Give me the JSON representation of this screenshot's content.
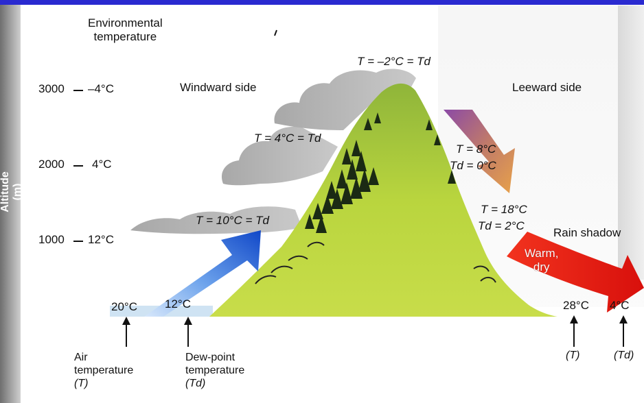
{
  "axis": {
    "ylabel": "Altitude (m)"
  },
  "env": {
    "title_l1": "Environmental",
    "title_l2": "temperature"
  },
  "levels": [
    {
      "alt": "3000",
      "temp": "–4°C"
    },
    {
      "alt": "2000",
      "temp": "4°C"
    },
    {
      "alt": "1000",
      "temp": "12°C"
    }
  ],
  "sides": {
    "windward": "Windward side",
    "leeward": "Leeward side",
    "rain_shadow": "Rain shadow"
  },
  "parcel": {
    "summit": "T = –2°C = Td",
    "w2000": "T = 4°C = Td",
    "w1000": "T = 10°C = Td",
    "l2000_t": "T = 8°C",
    "l2000_td": "Td = 0°C",
    "l1000_t": "T = 18°C",
    "l1000_td": "Td = 2°C"
  },
  "base": {
    "air_temp": "20°C",
    "dew_temp": "12°C",
    "lee_air": "28°C",
    "lee_dew": "4°C"
  },
  "labels": {
    "air_l1": "Air",
    "air_l2": "temperature",
    "air_l3": "(T)",
    "dew_l1": "Dew-point",
    "dew_l2": "temperature",
    "dew_l3": "(Td)",
    "lee_t": "(T)",
    "lee_td": "(Td)",
    "warm_dry_l1": "Warm,",
    "warm_dry_l2": "dry"
  },
  "colors": {
    "mountain": "#b7d23a",
    "cloud": "#b8b8b8",
    "wind_arrow": "#1f62d8",
    "lee_arrow": "#e81a12",
    "down_arrow": "#b86a8a",
    "title_bar": "#2a2ad0"
  }
}
